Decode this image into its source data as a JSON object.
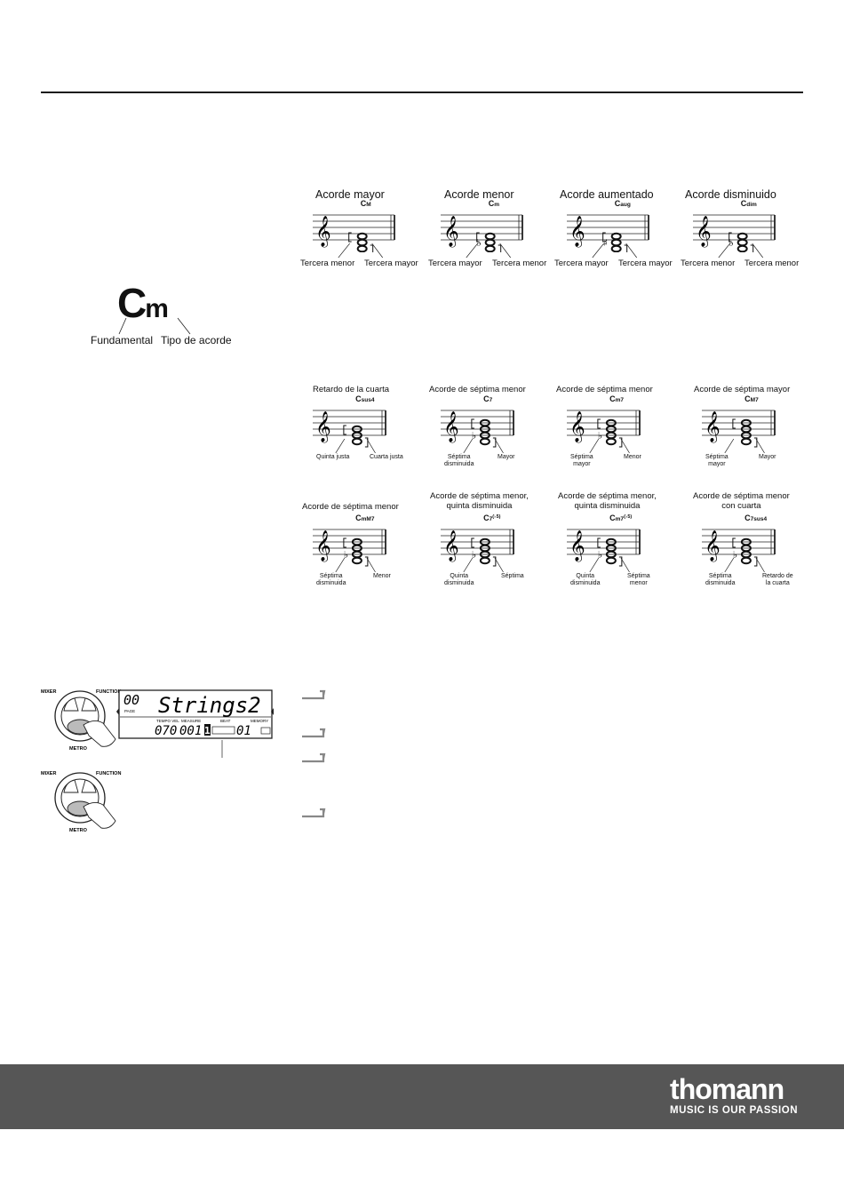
{
  "chords_row1": [
    {
      "title": "Acorde mayor",
      "chord": "C",
      "suffix": "M",
      "left": "Tercera menor",
      "right": "Tercera mayor"
    },
    {
      "title": "Acorde menor",
      "chord": "C",
      "suffix": "m",
      "left": "Tercera mayor",
      "right": "Tercera menor"
    },
    {
      "title": "Acorde aumentado",
      "chord": "C",
      "suffix": "aug",
      "left": "Tercera mayor",
      "right": "Tercera mayor"
    },
    {
      "title": "Acorde disminuido",
      "chord": "C",
      "suffix": "dim",
      "left": "Tercera menor",
      "right": "Tercera menor"
    }
  ],
  "cm_diagram": {
    "chord": "C",
    "suffix": "m",
    "root_label": "Fundamental",
    "type_label": "Tipo de acorde"
  },
  "chords_row2": [
    {
      "title": "Retardo de la cuarta",
      "chord": "C",
      "suffix": "sus4",
      "left": "Quinta justa",
      "right": "Cuarta justa"
    },
    {
      "title": "Acorde de séptima menor",
      "chord": "C",
      "suffix": "7",
      "left": "Séptima\ndisminuida",
      "right": "Mayor"
    },
    {
      "title": "Acorde de séptima menor",
      "chord": "C",
      "suffix": "m7",
      "left": "Séptima\nmayor",
      "right": "Menor"
    },
    {
      "title": "Acorde de séptima mayor",
      "chord": "C",
      "suffix": "M7",
      "left": "Séptima\nmayor",
      "right": "Mayor"
    }
  ],
  "chords_row3": [
    {
      "title": "Acorde de séptima menor",
      "chord": "C",
      "suffix": "mM7",
      "sup": "",
      "left": "Séptima\ndisminuida",
      "right": "Menor"
    },
    {
      "title": "Acorde de séptima menor,\nquinta disminuida",
      "chord": "C",
      "suffix": "7",
      "sup": "(♭5)",
      "left": "Quinta\ndisminuida",
      "right": "Séptima"
    },
    {
      "title": "Acorde de séptima menor,\nquinta disminuida",
      "chord": "C",
      "suffix": "m7",
      "sup": "(♭5)",
      "left": "Quinta\ndisminuida",
      "right": "Séptima\nmenor"
    },
    {
      "title": "Acorde de séptima menor\ncon cuarta",
      "chord": "C",
      "suffix": "7sus4",
      "sup": "",
      "left": "Séptima\ndisminuida",
      "right": "Retardo de\nla cuarta"
    }
  ],
  "device": {
    "mixer": "MIXER",
    "function": "FUNCTION",
    "metro": "METRO",
    "lcd_num": "00",
    "lcd_tone": "Strings2",
    "page_label": "PAGE",
    "tempo_label": "TEMPO VEL",
    "measure_label": "MEASURE",
    "beat_label": "BEAT",
    "memory_label": "MEMORY",
    "tempo_value": "070",
    "measure_value": "001",
    "beat_value": "1",
    "memory_value": "01"
  },
  "footer": {
    "brand": "thomann",
    "slogan": "MUSIC IS OUR PASSION",
    "bg": "#565656"
  }
}
